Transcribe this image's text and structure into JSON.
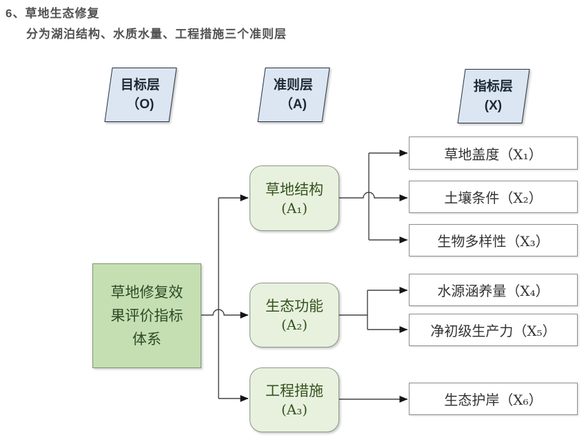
{
  "title": "6、草地生态修复",
  "subtitle": "分为湖泊结构、水质水量、工程措施三个准则层",
  "headers": [
    {
      "label": "目标层",
      "code": "（O)"
    },
    {
      "label": "准则层",
      "code": "（A)"
    },
    {
      "label": "指标层",
      "code": "(X)"
    }
  ],
  "goal": {
    "text": "草地修复效果评价指标体系"
  },
  "criteria": [
    {
      "label": "草地结构",
      "code": "(A₁)"
    },
    {
      "label": "生态功能",
      "code": "(A₂)"
    },
    {
      "label": "工程措施",
      "code": "(A₃)"
    }
  ],
  "indicators": [
    {
      "text": "草地盖度（X₁）"
    },
    {
      "text": "土壤条件（X₂）"
    },
    {
      "text": "生物多样性（X₃）"
    },
    {
      "text": "水源涵养量（X₄）"
    },
    {
      "text": "净初级生产力（X₅）"
    },
    {
      "text": "生态护岸（X₆）"
    }
  ],
  "colors": {
    "header_fill": "#dce6f2",
    "header_border": "#25313e",
    "header_text": "#1c2835",
    "goal_fill": "#c5dfb3",
    "goal_border": "#7e9370",
    "goal_text": "#2c4a24",
    "criterion_fill": "#e8f1dd",
    "criterion_border": "#8d978a",
    "criterion_text": "#34531f",
    "indicator_fill": "#ffffff",
    "indicator_border": "#8c8c8c",
    "indicator_text": "#333333",
    "line": "#424242",
    "title_text": "#515151"
  }
}
